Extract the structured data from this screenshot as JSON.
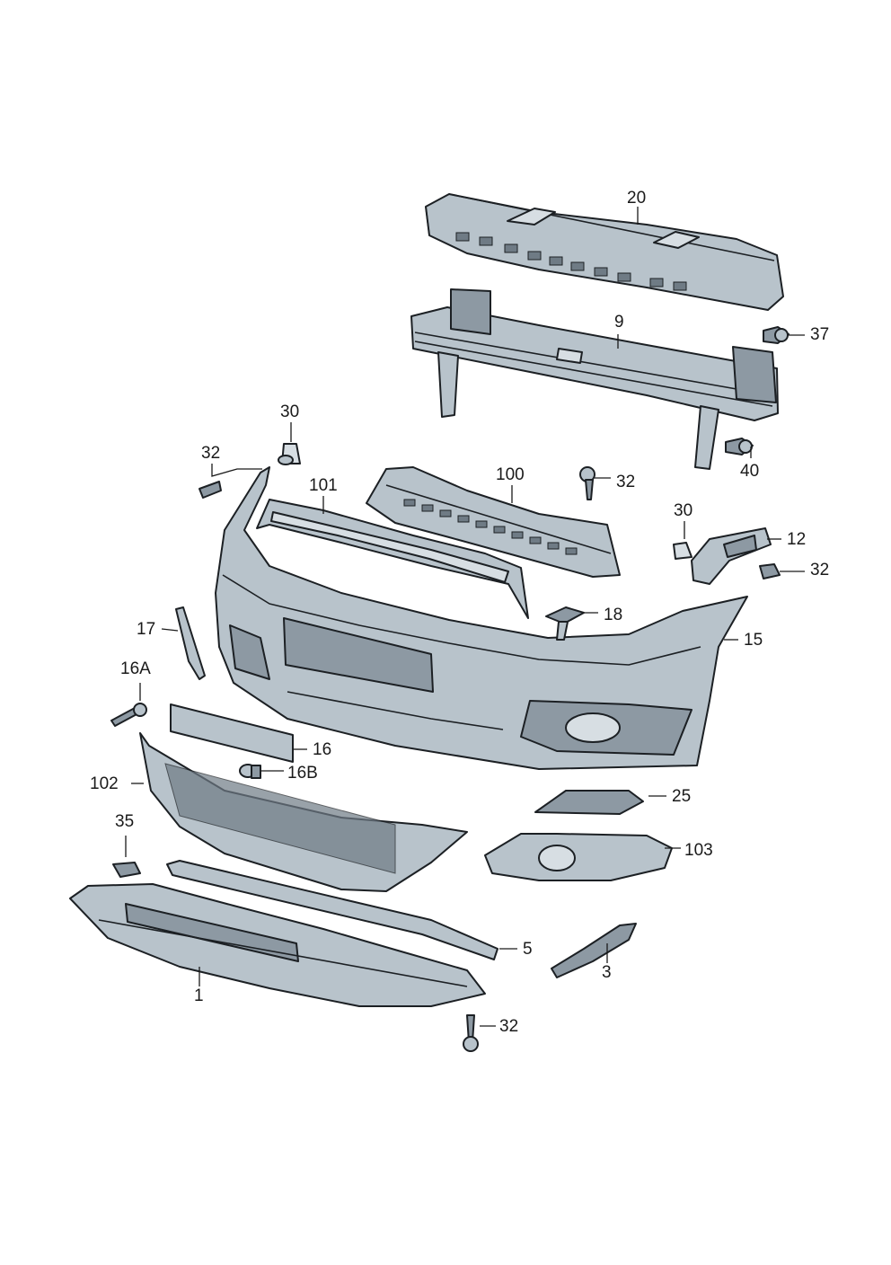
{
  "labels": {
    "l20": "20",
    "l9": "9",
    "l37": "37",
    "l40": "40",
    "l30a": "30",
    "l32a": "32",
    "l101": "101",
    "l100": "100",
    "l32b": "32",
    "l30b": "30",
    "l12": "12",
    "l32c": "32",
    "l18": "18",
    "l15": "15",
    "l17": "17",
    "l16A": "16A",
    "l16": "16",
    "l16B": "16B",
    "l102": "102",
    "l25": "25",
    "l35": "35",
    "l103": "103",
    "l5": "5",
    "l3": "3",
    "l1": "1",
    "l32d": "32"
  }
}
